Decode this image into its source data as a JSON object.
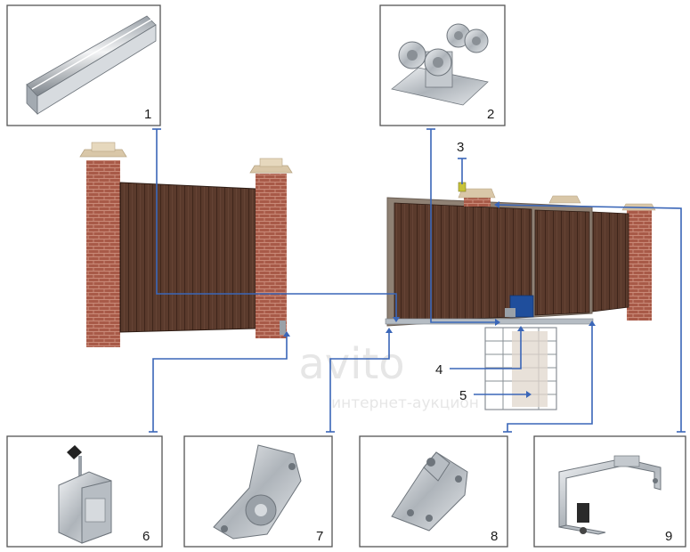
{
  "callouts": [
    {
      "label": "1",
      "part": "guide-rail"
    },
    {
      "label": "2",
      "part": "roller-carriage"
    },
    {
      "label": "3",
      "part": "signal-lamp"
    },
    {
      "label": "4",
      "part": "foundation-channel"
    },
    {
      "label": "5",
      "part": "embedded-frame"
    },
    {
      "label": "6",
      "part": "end-catcher-with-latch"
    },
    {
      "label": "7",
      "part": "end-roller"
    },
    {
      "label": "8",
      "part": "upper-catcher"
    },
    {
      "label": "9",
      "part": "top-guide-bracket"
    }
  ],
  "watermark": {
    "main": "avito",
    "sub": "интернет-аукцион"
  },
  "colors": {
    "panel_brown": "#5a3a2c",
    "brick": "#a85a48",
    "callout_blue": "#3a66b8",
    "frame_border": "#555555",
    "steel": "#c9cdd2",
    "motor_blue": "#1f4e9c"
  }
}
